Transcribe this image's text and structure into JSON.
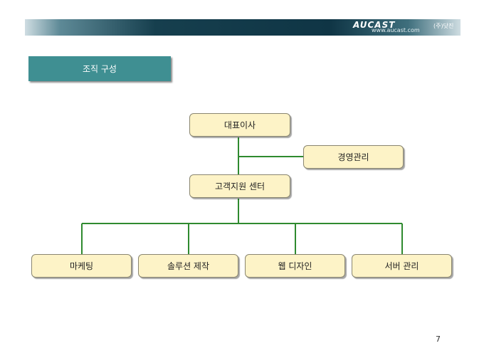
{
  "header": {
    "brand_logo": "AUCAST",
    "brand_url": "www.aucast.com",
    "company": "(주)닷진"
  },
  "section_title": "조직 구성",
  "org": {
    "ceo": "대표이사",
    "management": "경영관리",
    "support": "고객지원 센터",
    "teams": [
      "마케팅",
      "솔루션 제작",
      "웹 디자인",
      "서버 관리"
    ]
  },
  "colors": {
    "header_bar": "#163f4e",
    "section_fill": "#3f8f92",
    "box_fill": "#fdf3c7",
    "connector": "#2f8a2f"
  },
  "page_number": "7"
}
